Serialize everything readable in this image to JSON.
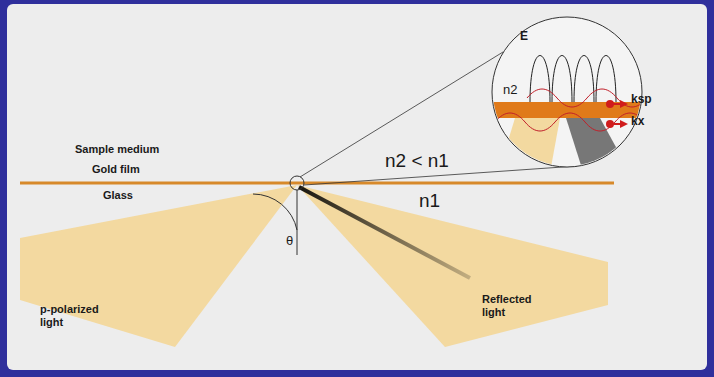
{
  "diagram": {
    "labels": [
      "Sample medium",
      "Gold film",
      "Glass",
      "n2 < n1",
      "n1",
      "θ",
      "p-polarized light",
      "Reflected light",
      "E",
      "n2",
      "ksp",
      "kx"
    ]
  }
}
